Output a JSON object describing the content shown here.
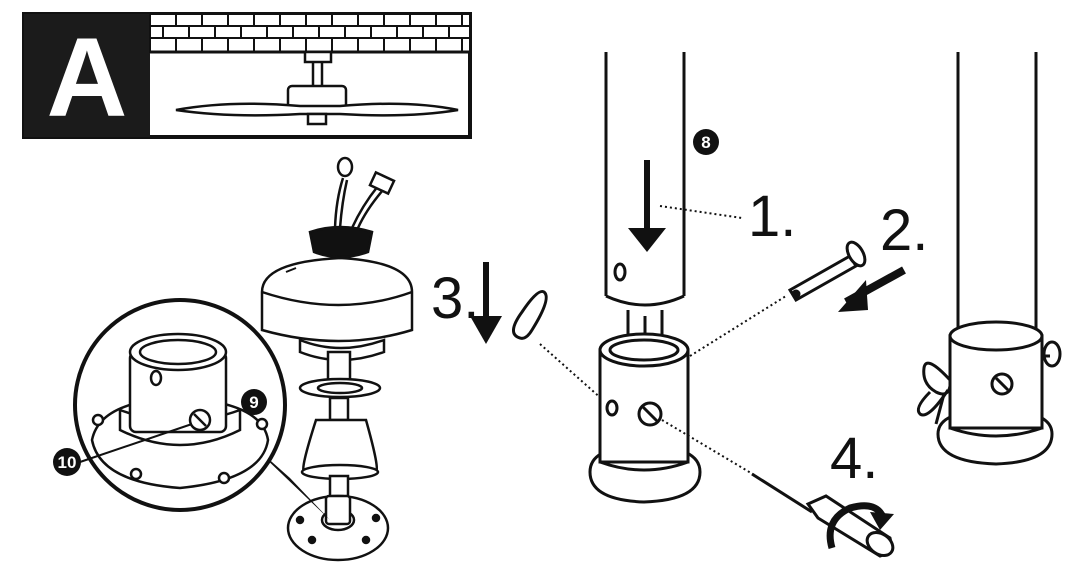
{
  "panel": {
    "letter": "A"
  },
  "parts": {
    "downrod": "8",
    "canopy_bracket": "9",
    "set_screw": "10"
  },
  "steps": [
    {
      "label": "1."
    },
    {
      "label": "2."
    },
    {
      "label": "3."
    },
    {
      "label": "4."
    }
  ],
  "colors": {
    "ink": "#111111",
    "panel_bg": "#1b1b1b",
    "paper": "#ffffff"
  }
}
